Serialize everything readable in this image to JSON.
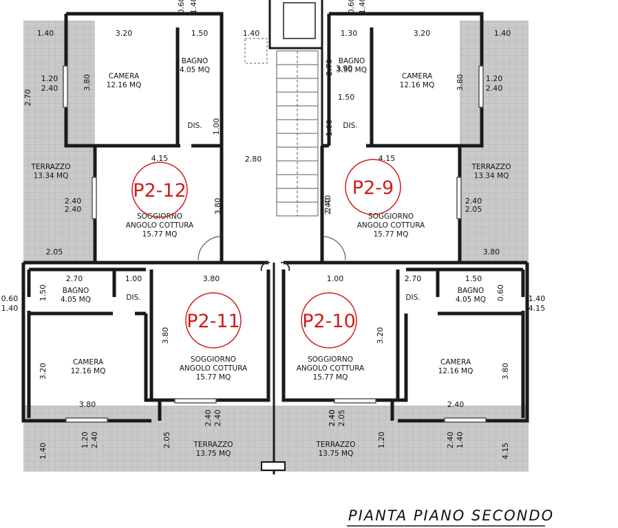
{
  "drawing": {
    "title": "PIANTA PIANO SECONDO",
    "units": [
      {
        "label": "P2-12"
      },
      {
        "label": "P2-9"
      },
      {
        "label": "P2-11"
      },
      {
        "label": "P2-10"
      }
    ],
    "rooms": {
      "camera_nw": [
        "CAMERA",
        "12.16 MQ"
      ],
      "bagno_nw": [
        "BAGNO",
        "4.05 MQ"
      ],
      "dis_nw": [
        "DIS."
      ],
      "soggiorno_p2_12": [
        "SOGGIORNO",
        "ANGOLO COTTURA",
        "15.77 MQ"
      ],
      "terrazzo_w": [
        "TERRAZZO",
        "13.34 MQ"
      ],
      "camera_ne": [
        "CAMERA",
        "12.16 MQ"
      ],
      "bagno_ne": [
        "BAGNO",
        "3.90 MQ"
      ],
      "dis_ne": [
        "DIS."
      ],
      "soggiorno_p2_9": [
        "SOGGIORNO",
        "ANGOLO COTTURA",
        "15.77 MQ"
      ],
      "terrazzo_e": [
        "TERRAZZO",
        "13.34 MQ"
      ],
      "bagno_sw": [
        "BAGNO",
        "4.05 MQ"
      ],
      "dis_sw": [
        "DIS."
      ],
      "camera_sw": [
        "CAMERA",
        "12.16 MQ"
      ],
      "soggiorno_p2_11": [
        "SOGGIORNO",
        "ANGOLO COTTURA",
        "15.77 MQ"
      ],
      "terrazzo_sw": [
        "TERRAZZO",
        "13.75 MQ"
      ],
      "soggiorno_p2_10": [
        "SOGGIORNO",
        "ANGOLO COTTURA",
        "15.77 MQ"
      ],
      "terrazzo_se": [
        "TERRAZZO",
        "13.75 MQ"
      ],
      "bagno_se": [
        "BAGNO",
        "4.05 MQ"
      ],
      "dis_se": [
        "DIS."
      ],
      "camera_se": [
        "CAMERA",
        "12.16 MQ"
      ]
    },
    "dimensions": [
      "0.60",
      "1.40",
      "1.40",
      "3.20",
      "1.50",
      "1.40",
      "1.30",
      "3.20",
      "1.40",
      "0.60",
      "1.40",
      "2.70",
      "3.80",
      "1.20",
      "2.40",
      "1.00",
      "4.15",
      "2.80",
      "2.40",
      "2.40",
      "2.05",
      "2.70",
      "1.00",
      "3.80",
      "1.50",
      "0.60",
      "1.40",
      "3.20",
      "3.80",
      "2.40",
      "2.40",
      "1.20",
      "2.40",
      "2.05",
      "1.40",
      "2.70",
      "3.90",
      "1.20",
      "2.40",
      "1.50",
      "3.80",
      "1.00",
      "4.15",
      "2.40",
      "2.40",
      "2.05",
      "3.80",
      "1.00",
      "2.70",
      "1.50",
      "0.60",
      "1.40",
      "4.15",
      "3.20",
      "3.80",
      "2.40",
      "2.40",
      "2.05",
      "1.20",
      "2.40",
      "1.40",
      "4.15",
      "3.80",
      "3.80",
      "2.40",
      "2.40"
    ],
    "colors": {
      "wall": "#1a1a1a",
      "terrace_fill": "#c9c9c9",
      "unit_circle": "#d11a1a",
      "title": "#111111"
    }
  }
}
